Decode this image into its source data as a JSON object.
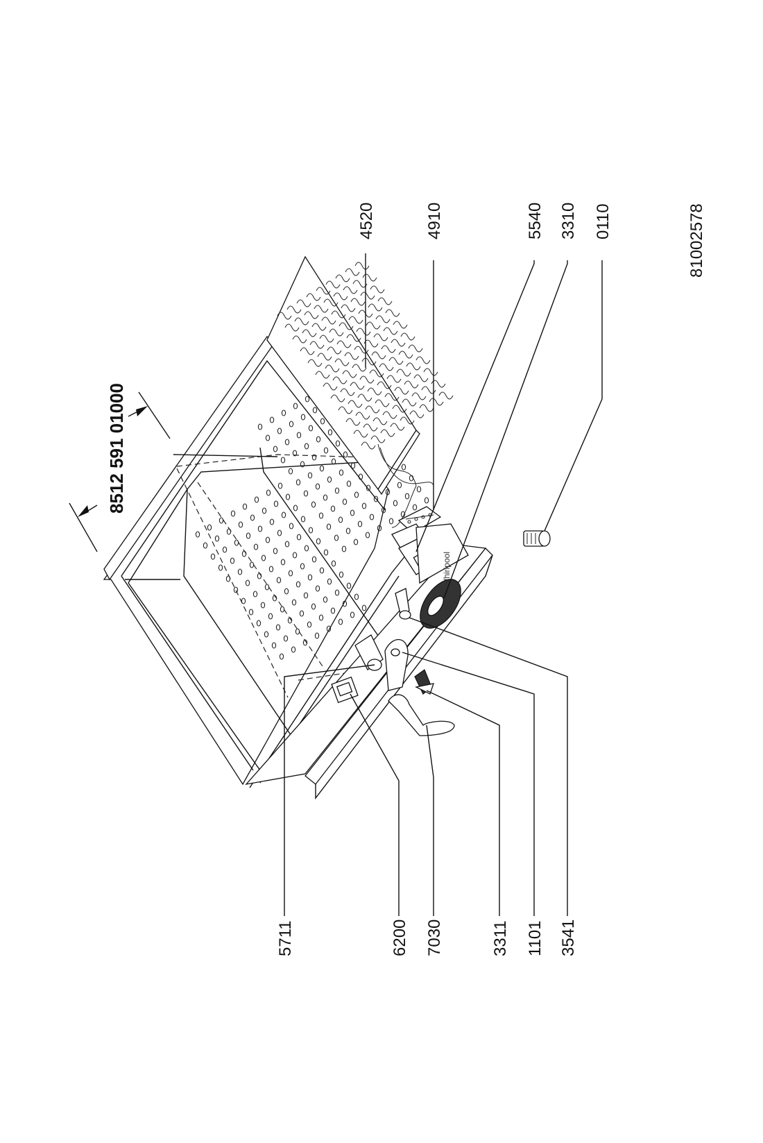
{
  "assembly_number": "8512 591 01000",
  "drawing_number": "81002578",
  "brand_text": "Whirlpool",
  "callouts": {
    "c4520": "4520",
    "c4910": "4910",
    "c5540": "5540",
    "c3310": "3310",
    "c0110": "0110",
    "c5711": "5711",
    "c6200": "6200",
    "c7030": "7030",
    "c3311": "3311",
    "c1101": "1101",
    "c3541": "3541"
  }
}
